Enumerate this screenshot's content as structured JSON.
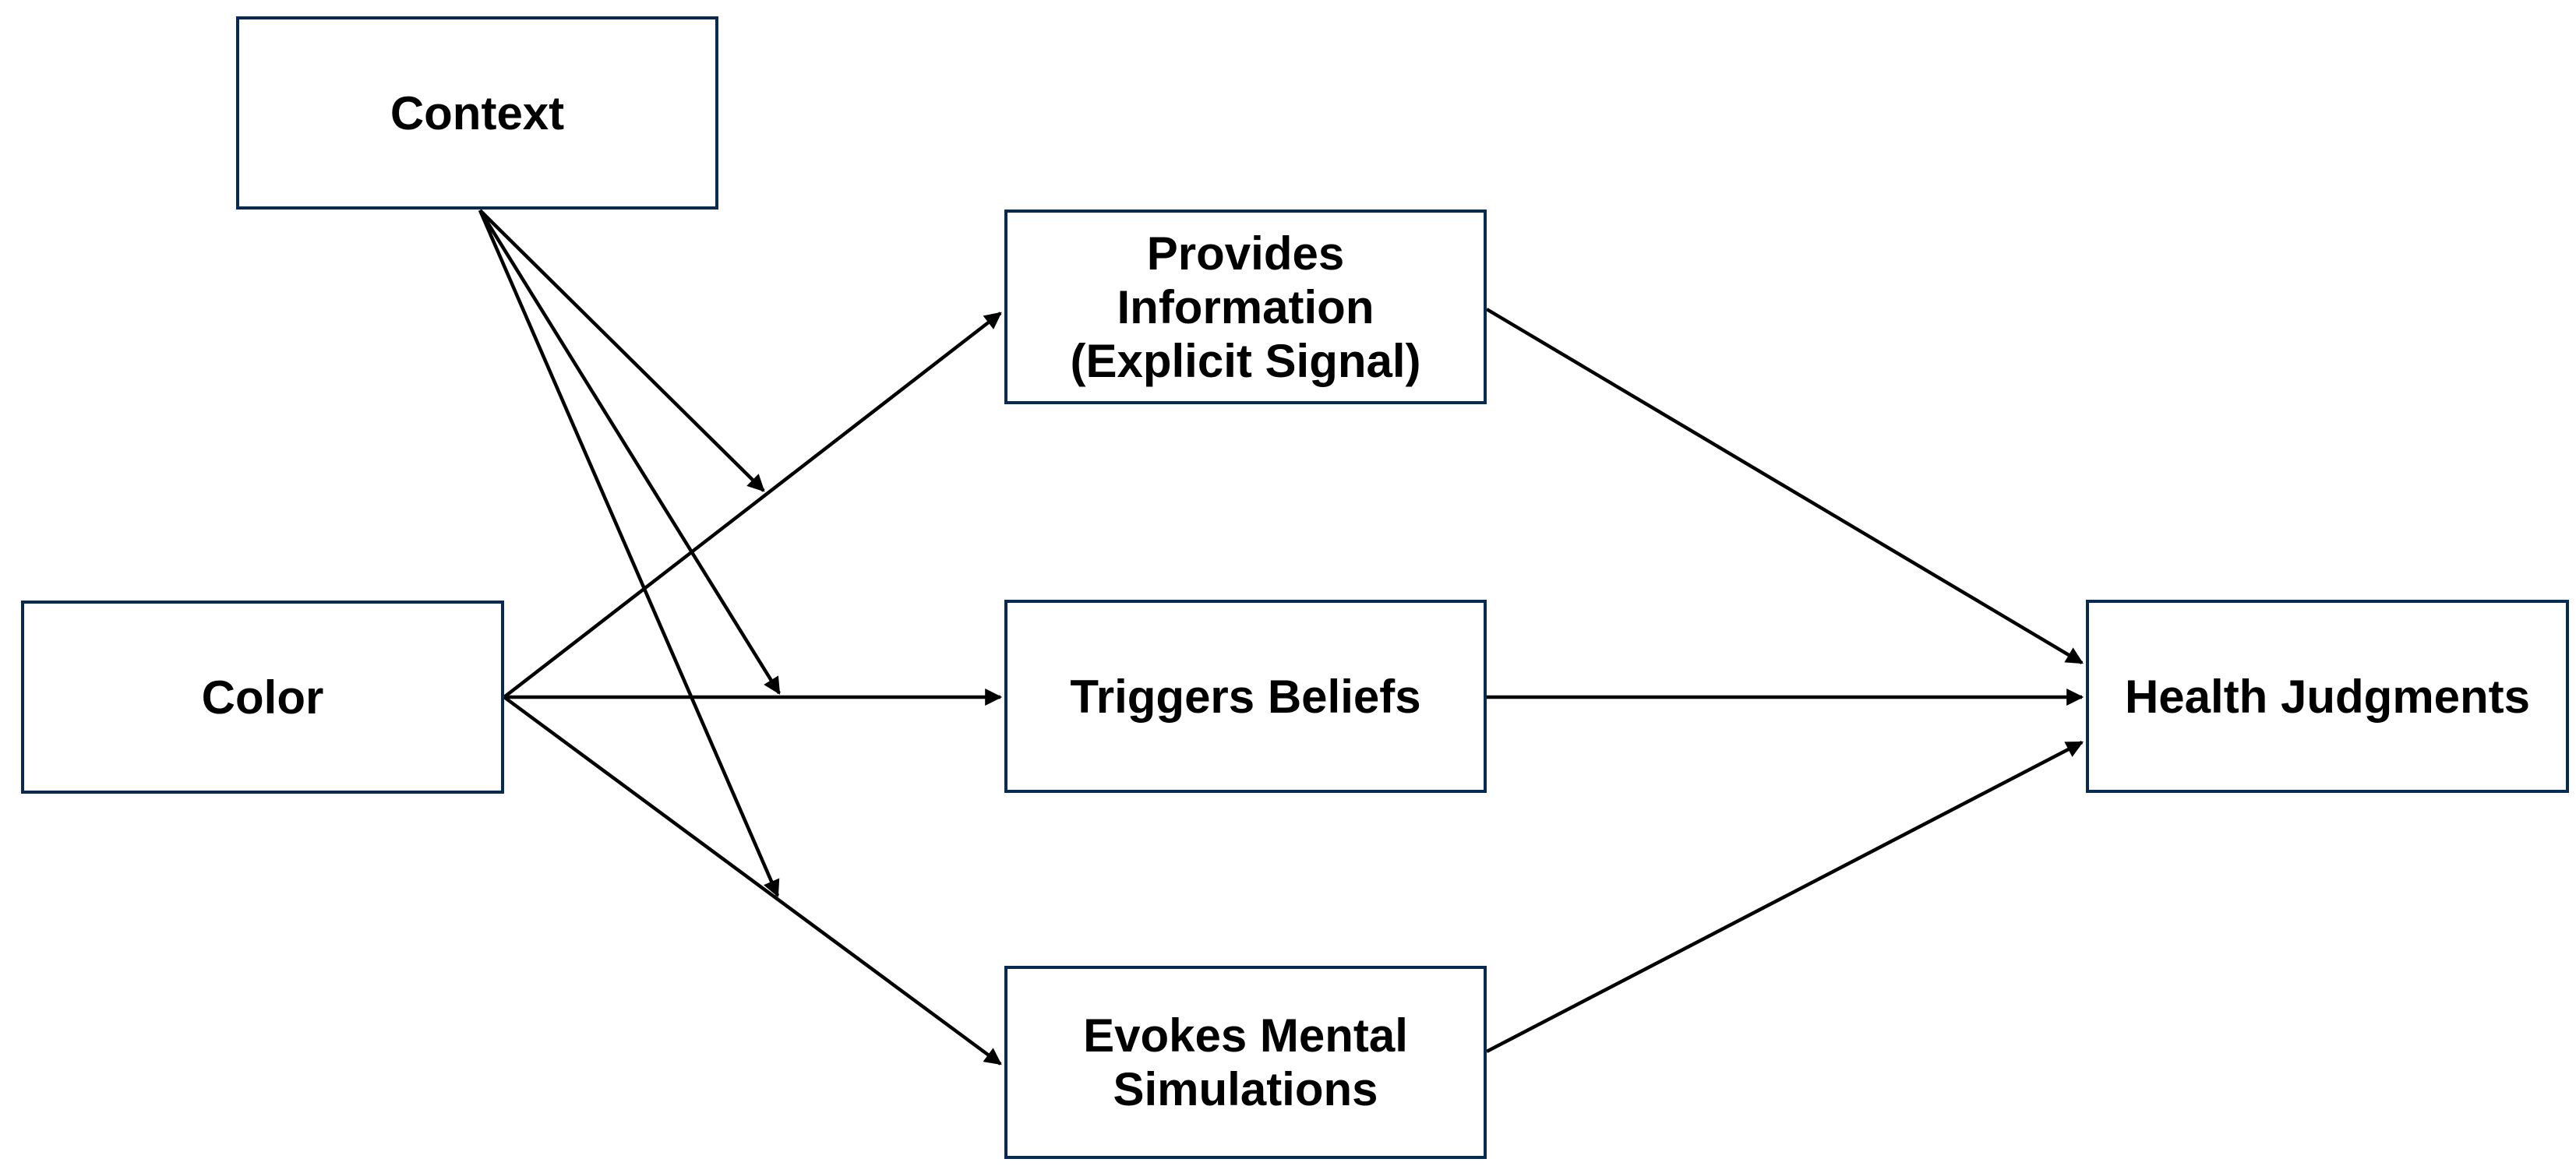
{
  "diagram": {
    "kind": "path-model-flowchart",
    "background_color": "#ffffff",
    "box_border_color": "#072a52",
    "arrow_color": "#000000",
    "text_color": "#000000",
    "nodes": {
      "context": {
        "label": "Context"
      },
      "color": {
        "label": "Color"
      },
      "provides_information": {
        "label": "Provides\nInformation\n(Explicit Signal)"
      },
      "triggers_beliefs": {
        "label": "Triggers Beliefs"
      },
      "evokes_mental_simulations": {
        "label": "Evokes Mental\nSimulations"
      },
      "health_judgments": {
        "label": "Health Judgments"
      }
    },
    "edges": [
      {
        "from": "color",
        "to": "provides_information",
        "type": "direct-arrow"
      },
      {
        "from": "color",
        "to": "triggers_beliefs",
        "type": "direct-arrow"
      },
      {
        "from": "color",
        "to": "evokes_mental_simulations",
        "type": "direct-arrow"
      },
      {
        "from": "provides_information",
        "to": "health_judgments",
        "type": "direct-arrow"
      },
      {
        "from": "triggers_beliefs",
        "to": "health_judgments",
        "type": "direct-arrow"
      },
      {
        "from": "evokes_mental_simulations",
        "to": "health_judgments",
        "type": "direct-arrow"
      },
      {
        "from": "context",
        "to": "path color-to-provides_information",
        "type": "moderation-arrow"
      },
      {
        "from": "context",
        "to": "path color-to-triggers_beliefs",
        "type": "moderation-arrow"
      },
      {
        "from": "context",
        "to": "path color-to-evokes_mental_simulations",
        "type": "moderation-arrow"
      }
    ]
  }
}
